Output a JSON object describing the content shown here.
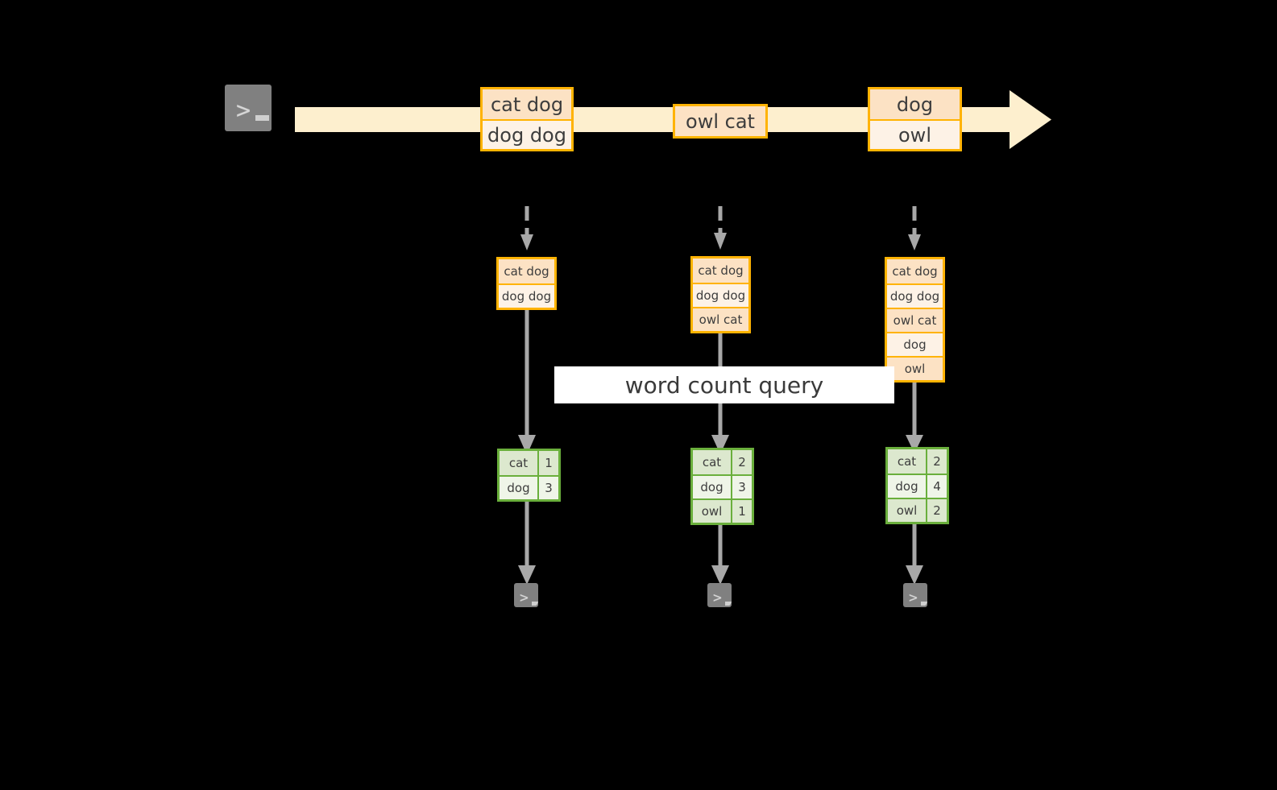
{
  "diagram": {
    "title_label": "word count query",
    "colors": {
      "stream_accent": "#FFB302",
      "stream_fill_light": "#FDF2E6",
      "stream_fill_dark": "#FCE2C4",
      "result_accent": "#6AAF3C",
      "result_fill_dark": "#DCE8CE",
      "result_fill_light": "#EFF5E8",
      "arrow_band": "#FDEFCE",
      "flow_arrow": "#A8A8A8",
      "terminal_body": "#808080",
      "background": "#000000"
    },
    "source_terminal": {
      "icon": "terminal-icon",
      "prompt": ">",
      "cursor": "_"
    },
    "stream_line": {
      "direction": "left-to-right",
      "arrowhead": "right-arrow-icon",
      "events": [
        {
          "name": "event-group-1",
          "lines": [
            "cat dog",
            "dog dog"
          ]
        },
        {
          "name": "event-group-2",
          "lines": [
            "owl cat"
          ]
        },
        {
          "name": "event-group-3",
          "lines": [
            "dog",
            "owl"
          ]
        }
      ]
    },
    "snapshots": [
      {
        "name": "snapshot-1",
        "incoming_arrow": "dashed-down-arrow-icon",
        "batch": [
          "cat dog",
          "dog dog"
        ],
        "result": {
          "rows": [
            {
              "word": "cat",
              "count": "1"
            },
            {
              "word": "dog",
              "count": "3"
            }
          ]
        },
        "sink_terminal": {
          "icon": "terminal-icon",
          "prompt": ">",
          "cursor": "_"
        }
      },
      {
        "name": "snapshot-2",
        "incoming_arrow": "dashed-down-arrow-icon",
        "batch": [
          "cat dog",
          "dog dog",
          "owl cat"
        ],
        "result": {
          "rows": [
            {
              "word": "cat",
              "count": "2"
            },
            {
              "word": "dog",
              "count": "3"
            },
            {
              "word": "owl",
              "count": "1"
            }
          ]
        },
        "sink_terminal": {
          "icon": "terminal-icon",
          "prompt": ">",
          "cursor": "_"
        }
      },
      {
        "name": "snapshot-3",
        "incoming_arrow": "dashed-down-arrow-icon",
        "batch": [
          "cat dog",
          "dog dog",
          "owl cat",
          "dog",
          "owl"
        ],
        "result": {
          "rows": [
            {
              "word": "cat",
              "count": "2"
            },
            {
              "word": "dog",
              "count": "4"
            },
            {
              "word": "owl",
              "count": "2"
            }
          ]
        },
        "sink_terminal": {
          "icon": "terminal-icon",
          "prompt": ">",
          "cursor": "_"
        }
      }
    ]
  }
}
